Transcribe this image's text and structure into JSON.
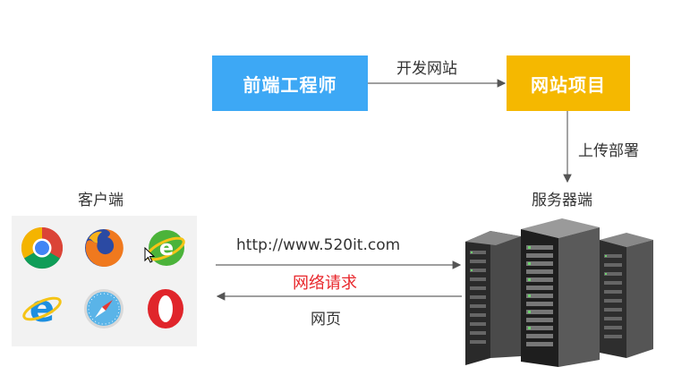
{
  "diagram": {
    "frontend_box": {
      "label": "前端工程师",
      "color": "#3da8f5"
    },
    "website_box": {
      "label": "网站项目",
      "color": "#f5b800"
    },
    "develop_label": "开发网站",
    "deploy_label": "上传部署",
    "client_label": "客户端",
    "server_label": "服务器端",
    "url_label": "http://www.520it.com",
    "request_label": "网络请求",
    "request_color": "#e8262b",
    "response_label": "网页"
  },
  "browsers": [
    {
      "name": "chrome-icon"
    },
    {
      "name": "firefox-icon"
    },
    {
      "name": "360-browser-icon"
    },
    {
      "name": "ie-icon"
    },
    {
      "name": "safari-icon"
    },
    {
      "name": "opera-icon"
    }
  ]
}
